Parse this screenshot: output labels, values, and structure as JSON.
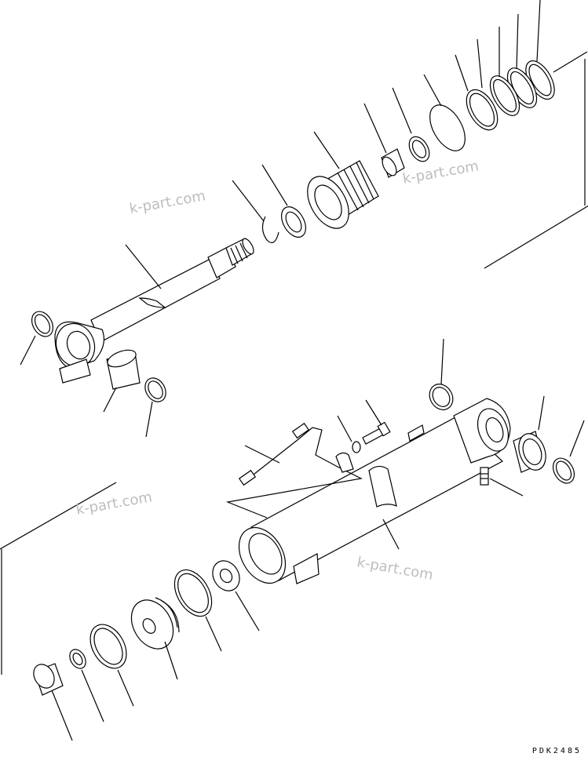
{
  "watermarks": [
    "k-part.com",
    "k-part.com",
    "k-part.com",
    "k-part.com"
  ],
  "drawing_code": "PDK2485",
  "ink_color": "#000000",
  "watermark_color": "#bdbdbd"
}
